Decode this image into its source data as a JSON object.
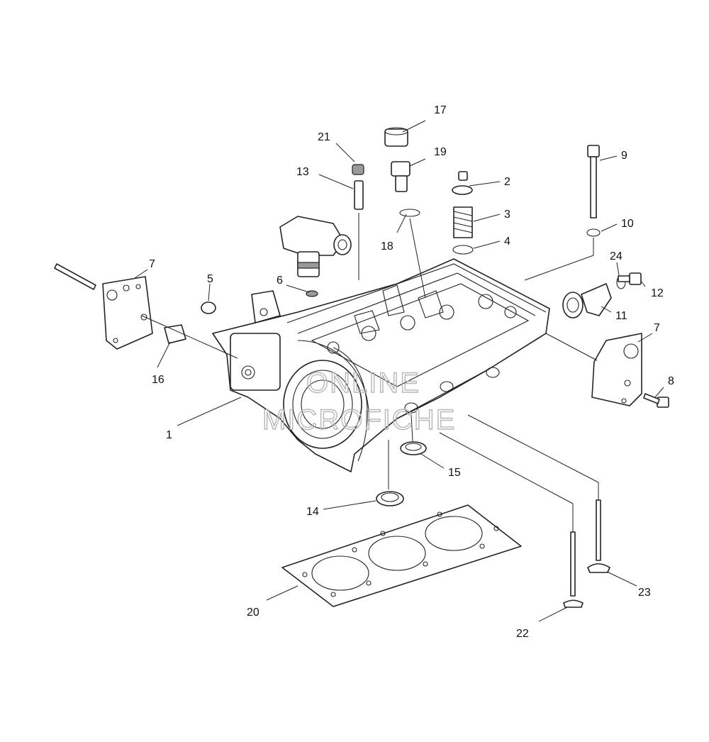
{
  "callouts": {
    "c1": "1",
    "c2": "2",
    "c3": "3",
    "c4": "4",
    "c5": "5",
    "c6": "6",
    "c7a": "7",
    "c7b": "7",
    "c8": "8",
    "c9": "9",
    "c10": "10",
    "c11": "11",
    "c12": "12",
    "c13": "13",
    "c14": "14",
    "c15": "15",
    "c16": "16",
    "c17": "17",
    "c18": "18",
    "c19": "19",
    "c20": "20",
    "c21": "21",
    "c22": "22",
    "c23": "23",
    "c24": "24"
  },
  "watermark": {
    "line1": "ONLINE",
    "line2": "MICROFICHE"
  }
}
